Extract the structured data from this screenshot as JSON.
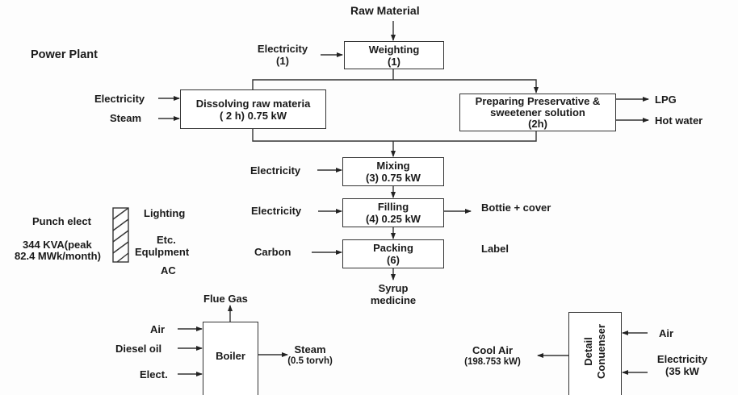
{
  "title": "Power Plant",
  "raw_material": "Raw Material",
  "weighting": {
    "name": "Weighting",
    "detail": "(1)",
    "input_label": "Electricity",
    "input_detail": "(1)"
  },
  "dissolving": {
    "name": "Dissolving raw materia",
    "detail": "( 2 h) 0.75 kW",
    "inputs": [
      "Electricity",
      "Steam"
    ]
  },
  "preparing": {
    "name": "Preparing Preservative &",
    "name2": "sweetener solution",
    "detail": "(2h)",
    "outputs": [
      "LPG",
      "Hot water"
    ]
  },
  "mixing": {
    "name": "Mixing",
    "detail": "(3) 0.75 kW",
    "input": "Electricity"
  },
  "filling": {
    "name": "Filling",
    "detail": "(4) 0.25 kW",
    "input": "Electricity",
    "output": "Bottie + cover"
  },
  "packing": {
    "name": "Packing",
    "detail": "(6)",
    "input": "Carbon",
    "side_label": "Label"
  },
  "product": {
    "line1": "Syrup",
    "line2": "medicine"
  },
  "punch": {
    "title": "Punch elect",
    "peak": "344 KVA(peak",
    "monthly": "82.4 MWk/month)",
    "loads": [
      "Lighting",
      "Etc.",
      "Equlpment",
      "AC"
    ]
  },
  "boiler": {
    "name": "Boiler",
    "exhaust": "Flue Gas",
    "inputs": [
      "Air",
      "Diesel oil",
      "Elect."
    ],
    "output": "Steam",
    "output_detail": "(0.5 torvh)"
  },
  "condenser": {
    "name1": "Detail",
    "name2": "Conuenser",
    "inputs": [
      "Air",
      "Electricity"
    ],
    "input_detail": "(35 kW",
    "output": "Cool Air",
    "output_detail": "(198.753 kW)"
  }
}
